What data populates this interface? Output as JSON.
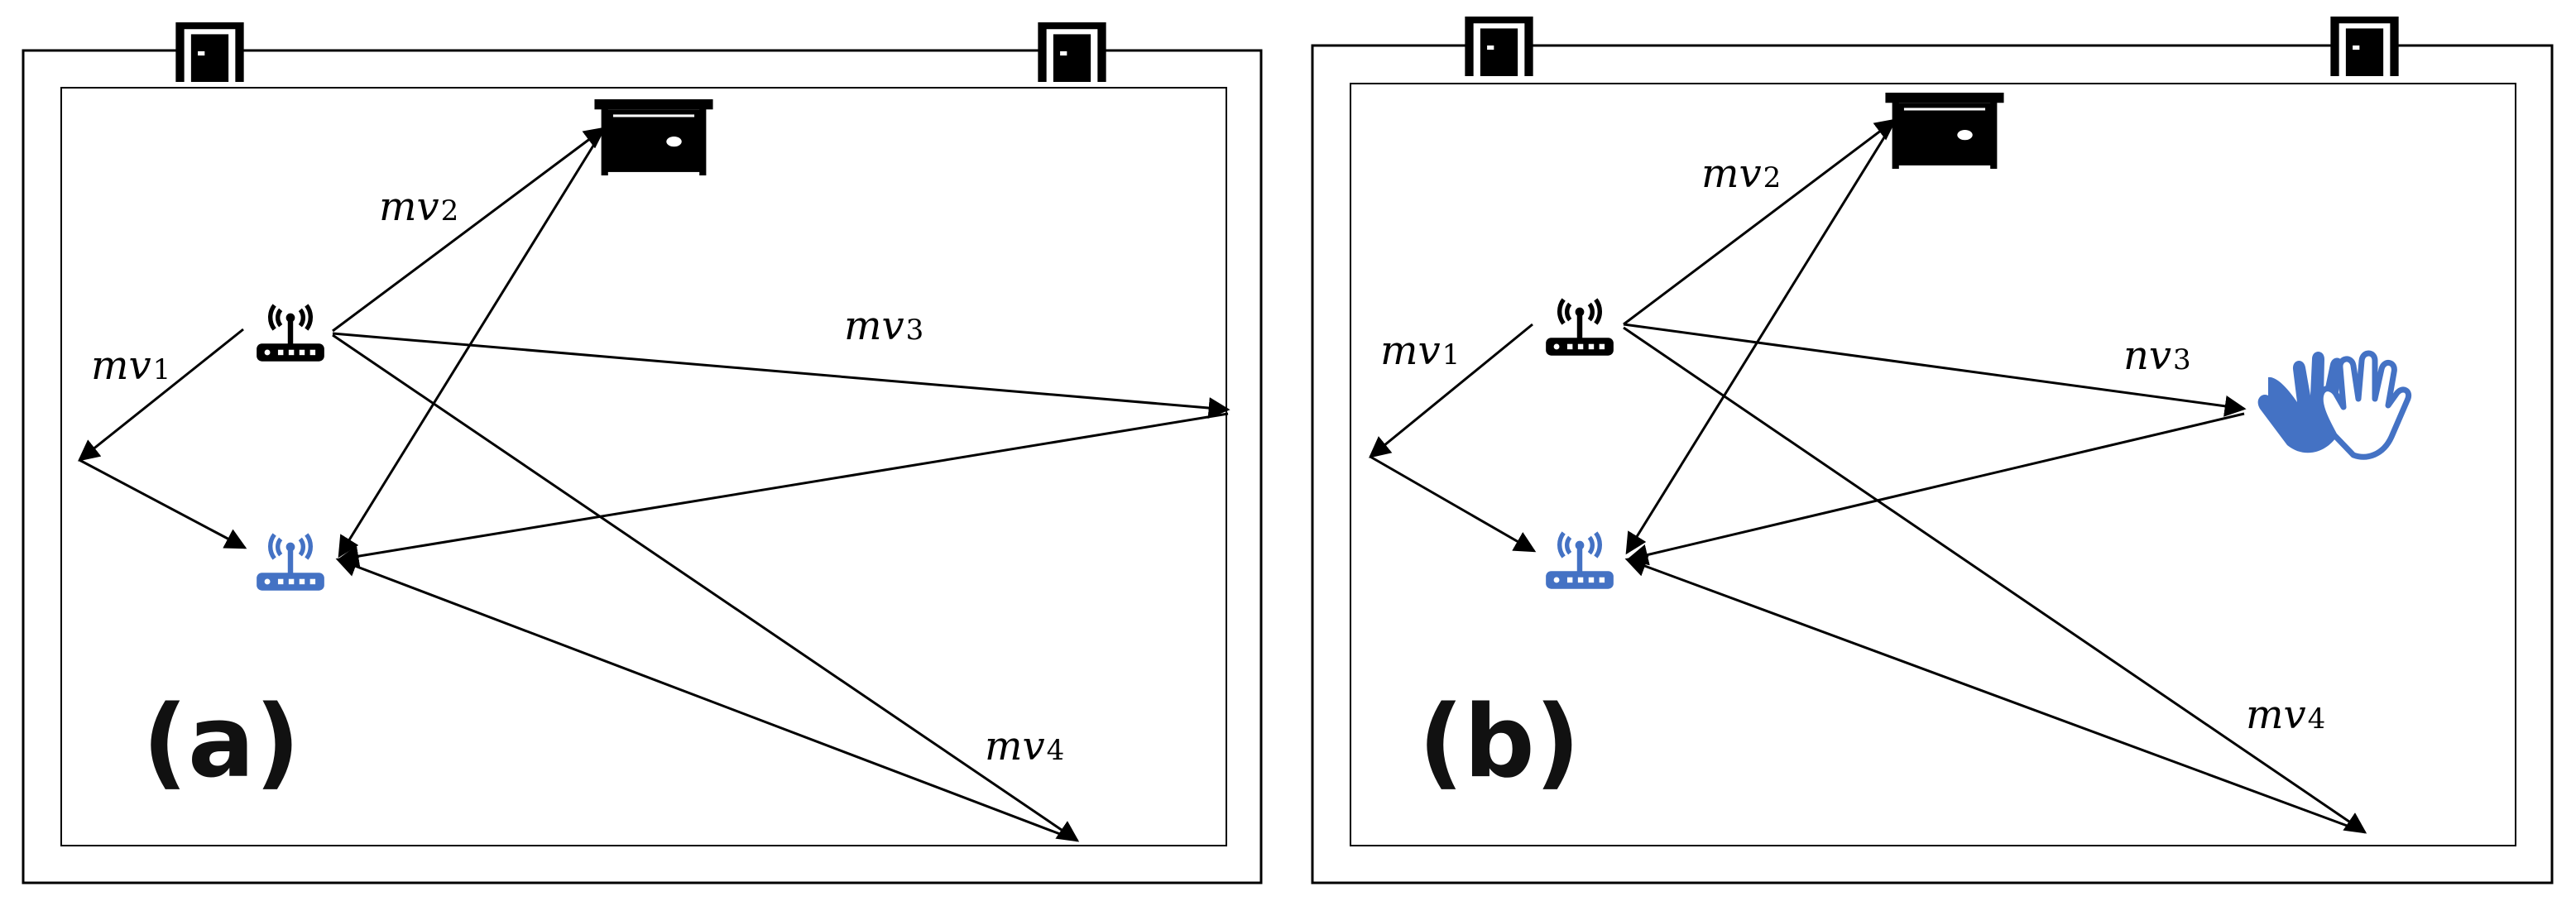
{
  "colors": {
    "line": "#000000",
    "accent": "#4472c4",
    "background": "#ffffff"
  },
  "icons": {
    "door": "door-icon",
    "tx_router": "wifi-router-icon",
    "rx_router": "wifi-router-icon",
    "furniture": "cabinet-icon",
    "hand": "waving-hand-icon"
  },
  "panels": [
    {
      "id": "a",
      "label": "(a)",
      "paths": [
        {
          "id": "mv1",
          "text": "mv",
          "sub": "1"
        },
        {
          "id": "mv2",
          "text": "mv",
          "sub": "2"
        },
        {
          "id": "mv3",
          "text": "mv",
          "sub": "3"
        },
        {
          "id": "mv4",
          "text": "mv",
          "sub": "4"
        }
      ],
      "has_hand": false
    },
    {
      "id": "b",
      "label": "(b)",
      "paths": [
        {
          "id": "mv1",
          "text": "mv",
          "sub": "1"
        },
        {
          "id": "mv2",
          "text": "mv",
          "sub": "2"
        },
        {
          "id": "nv3",
          "text": "nv",
          "sub": "3"
        },
        {
          "id": "mv4",
          "text": "mv",
          "sub": "4"
        }
      ],
      "has_hand": true
    }
  ]
}
